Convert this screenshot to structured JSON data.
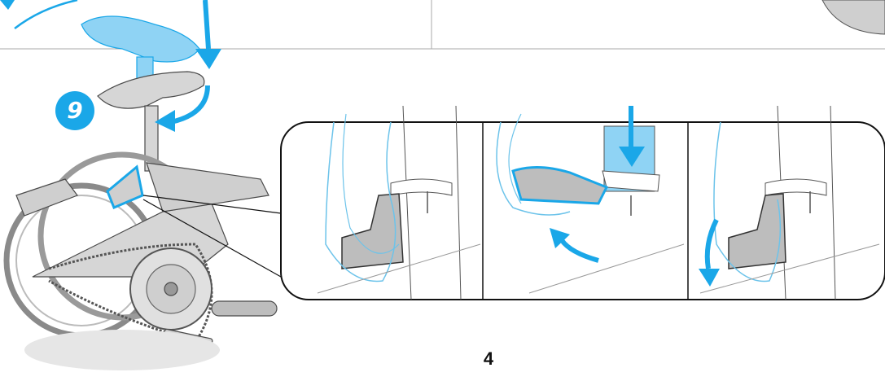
{
  "page": {
    "number": "4"
  },
  "step": {
    "number": "9"
  },
  "colors": {
    "accent": "#1aa7e8",
    "ghost_part": "#8fd3f4",
    "line_art": "#4a4a4a",
    "bike_fill": "#cfcfcf",
    "panel_border": "#111111"
  },
  "panels": [
    {
      "name": "hand-grasping-lever"
    },
    {
      "name": "lever-lifted-pushed-down"
    },
    {
      "name": "lever-closed-folded-down"
    }
  ],
  "icons": [
    "down-arrow-icon",
    "curved-arrow-icon",
    "callout-leader-lines"
  ]
}
